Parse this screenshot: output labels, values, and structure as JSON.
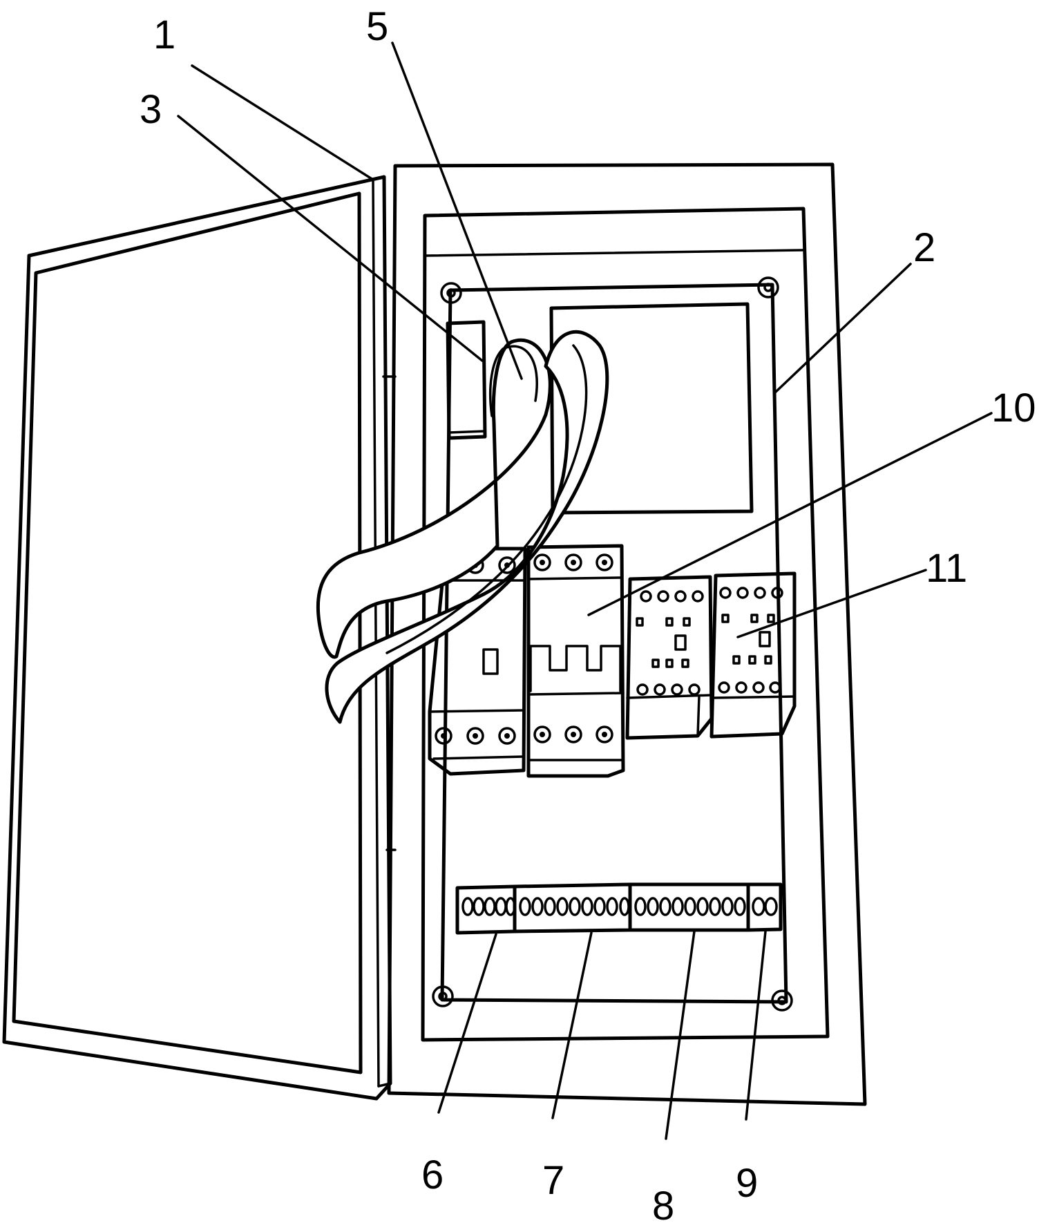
{
  "figure": {
    "labels": [
      {
        "id": "door",
        "text": "1"
      },
      {
        "id": "inner-panel",
        "text": "2"
      },
      {
        "id": "small-slot",
        "text": "3"
      },
      {
        "id": "cable",
        "text": "5"
      },
      {
        "id": "terminal-block-a",
        "text": "6"
      },
      {
        "id": "terminal-block-b",
        "text": "7"
      },
      {
        "id": "terminal-block-c",
        "text": "8"
      },
      {
        "id": "terminal-block-d",
        "text": "9"
      },
      {
        "id": "breaker",
        "text": "10"
      },
      {
        "id": "relay",
        "text": "11"
      }
    ]
  }
}
